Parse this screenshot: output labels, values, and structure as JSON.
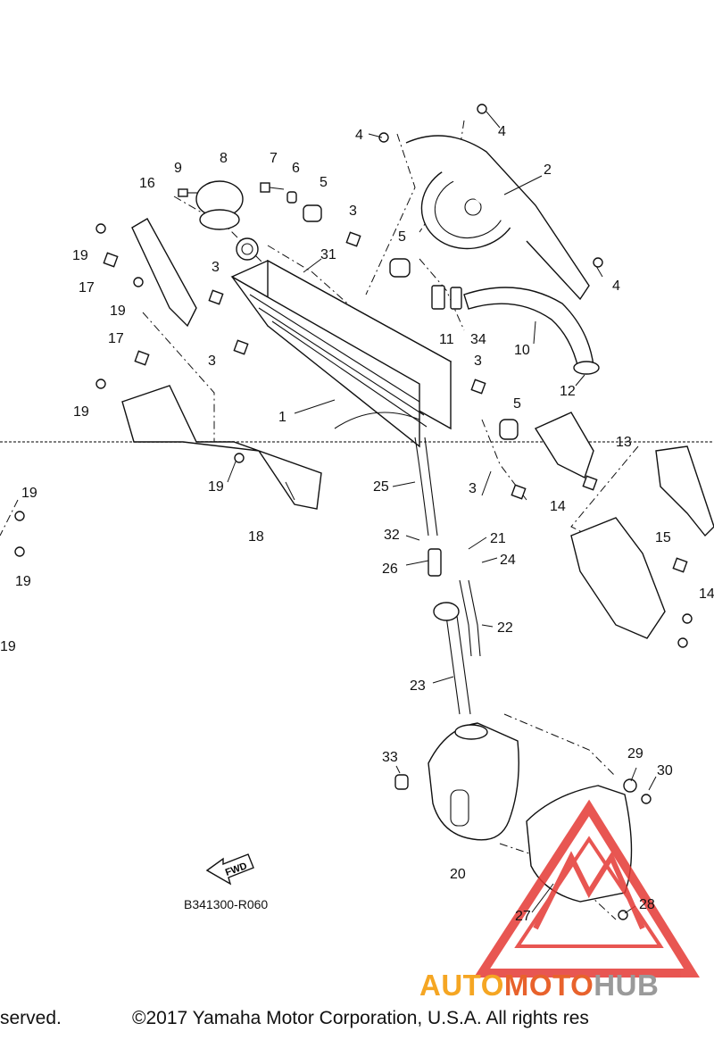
{
  "callouts": [
    "1",
    "2",
    "3",
    "3",
    "3",
    "3",
    "3",
    "4",
    "4",
    "4",
    "5",
    "5",
    "5",
    "6",
    "7",
    "8",
    "9",
    "10",
    "11",
    "12",
    "13",
    "14",
    "14",
    "15",
    "16",
    "17",
    "17",
    "18",
    "19",
    "19",
    "19",
    "19",
    "19",
    "19",
    "19",
    "20",
    "21",
    "22",
    "23",
    "24",
    "25",
    "26",
    "27",
    "28",
    "29",
    "30",
    "31",
    "32",
    "33",
    "34"
  ],
  "fwd_label": "FWD",
  "diagram_code": "B341300-R060",
  "footer": {
    "left": "served.",
    "right": "©2017 Yamaha Motor Corporation, U.S.A. All rights res"
  },
  "watermark": {
    "part1": "AUTO",
    "part2": "MOTO",
    "part3": "HUB",
    "color1": "#f5a623",
    "color2": "#e8622c",
    "color3": "#9a9a9a",
    "logo_color": "#e53935"
  }
}
